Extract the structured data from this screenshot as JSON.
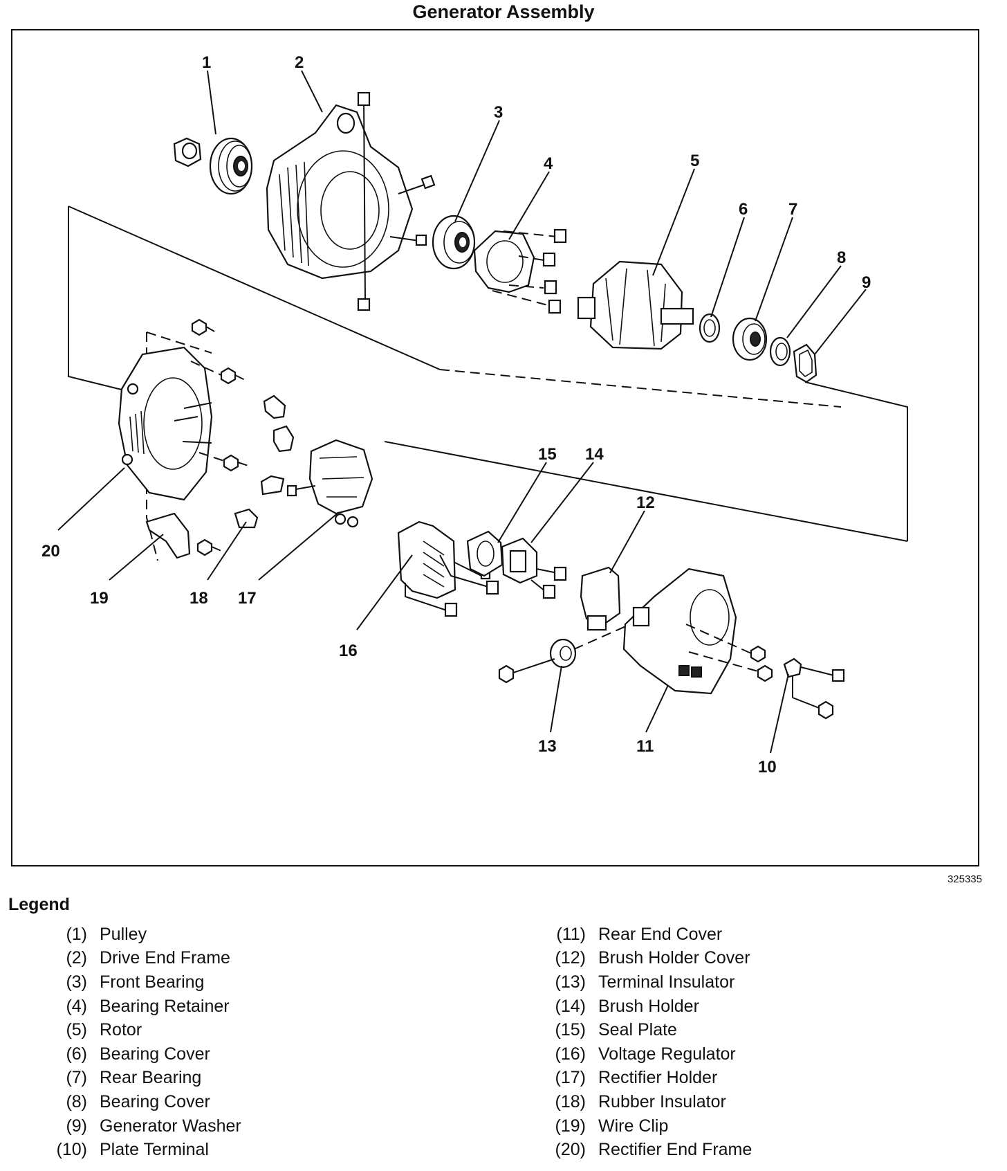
{
  "title": "Generator Assembly",
  "figure_number": "325335",
  "callouts": [
    "1",
    "2",
    "3",
    "4",
    "5",
    "6",
    "7",
    "8",
    "9",
    "10",
    "11",
    "12",
    "13",
    "14",
    "15",
    "16",
    "17",
    "18",
    "19",
    "20"
  ],
  "legend": {
    "heading": "Legend",
    "items": [
      {
        "num": "(1)",
        "label": "Pulley"
      },
      {
        "num": "(2)",
        "label": "Drive End Frame"
      },
      {
        "num": "(3)",
        "label": "Front Bearing"
      },
      {
        "num": "(4)",
        "label": "Bearing Retainer"
      },
      {
        "num": "(5)",
        "label": "Rotor"
      },
      {
        "num": "(6)",
        "label": "Bearing Cover"
      },
      {
        "num": "(7)",
        "label": "Rear Bearing"
      },
      {
        "num": "(8)",
        "label": "Bearing Cover"
      },
      {
        "num": "(9)",
        "label": "Generator Washer"
      },
      {
        "num": "(10)",
        "label": "Plate Terminal"
      },
      {
        "num": "(11)",
        "label": "Rear End Cover"
      },
      {
        "num": "(12)",
        "label": "Brush Holder Cover"
      },
      {
        "num": "(13)",
        "label": "Terminal Insulator"
      },
      {
        "num": "(14)",
        "label": "Brush Holder"
      },
      {
        "num": "(15)",
        "label": "Seal Plate"
      },
      {
        "num": "(16)",
        "label": "Voltage Regulator"
      },
      {
        "num": "(17)",
        "label": "Rectifier Holder"
      },
      {
        "num": "(18)",
        "label": "Rubber Insulator"
      },
      {
        "num": "(19)",
        "label": "Wire Clip"
      },
      {
        "num": "(20)",
        "label": "Rectifier End Frame"
      }
    ]
  }
}
